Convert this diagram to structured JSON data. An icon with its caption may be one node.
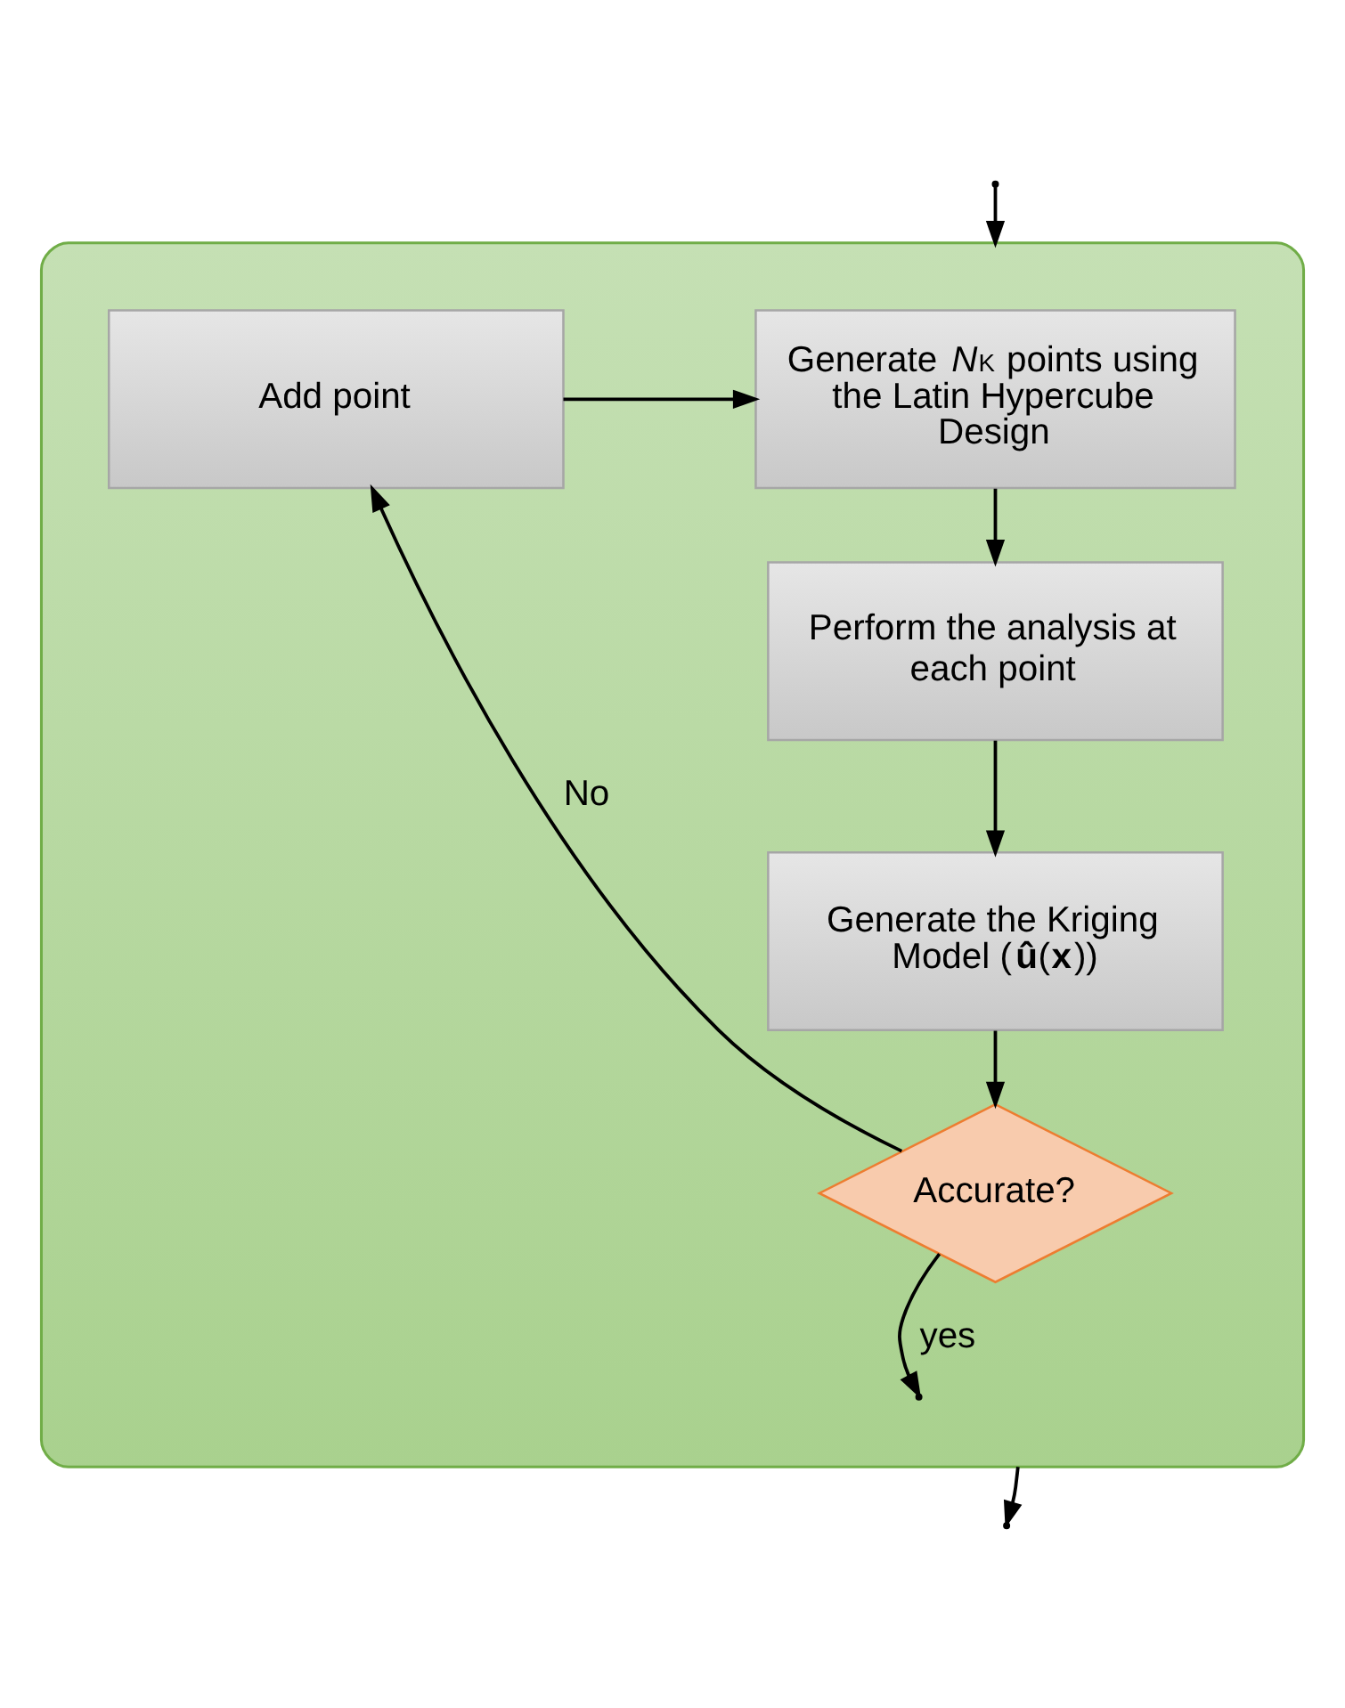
{
  "diagram": {
    "nodes": [
      {
        "text": [],
        "shape": "box"
      },
      {
        "text": [
          "Generate *N*$_{K}$ points using the Latin Hypercube Design"
        ],
        "in": 0
      },
      {
        "text": [
          "Perform the analysis at each point"
        ],
        "in": 0
      },
      {
        "text": [
          "Generate the Kriging Model (**û**(**x**))"
        ],
        "in": 0
      },
      {
        "text": [
          "Accurate?"
        ],
        "in": 0
      },
      {
        "text": [
          "Add point"
        ],
        "in": 0
      }
    ],
    "edges": [
      {
        "from": 0,
        "to": null,
        "arrow": "to"
      },
      {
        "from": 1,
        "to": 2,
        "arrow": "to"
      },
      {
        "from": 2,
        "to": 3,
        "arrow": "to"
      },
      {
        "from": 3,
        "to": 4,
        "arrow": "to"
      },
      {
        "from": 4,
        "to": 5,
        "arrow": "to",
        "label": "No"
      },
      {
        "from": 5,
        "to": 1,
        "arrow": "to"
      },
      {
        "from": 4,
        "to": null,
        "arrow": "to",
        "label": "yes"
      },
      {
        "from": null,
        "to": 0,
        "arrow": "to"
      }
    ]
  }
}
